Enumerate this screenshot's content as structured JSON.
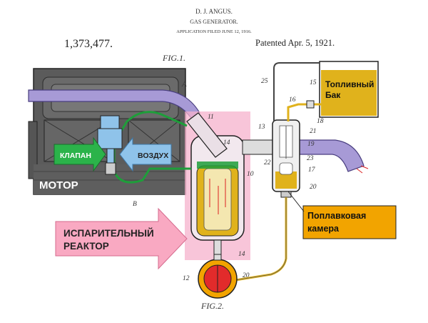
{
  "header": {
    "inventor": "D. J. ANGUS.",
    "title": "GAS GENERATOR.",
    "filed": "APPLICATION FILED JUNE 12, 1916.",
    "patent_number": "1,373,477.",
    "patented": "Patented Apr. 5, 1921."
  },
  "figures": {
    "fig1": "FIG.1.",
    "fig2": "FIG.2."
  },
  "labels": {
    "motor": "МОТОР",
    "valve": "КЛАПАН",
    "air": "ВОЗДУХ",
    "evaporator_line1": "ИСПАРИТЕЛЬНЫЙ",
    "evaporator_line2": "РЕАКТОР",
    "fuel_tank_line1": "Топливный",
    "fuel_tank_line2": "Бак",
    "float_chamber_line1": "Поплавковая",
    "float_chamber_line2": "камера"
  },
  "ref_marks": {
    "A": "A",
    "B": "B",
    "r25": "25",
    "r15": "15",
    "r16": "16",
    "r18": "18",
    "r13": "13",
    "r11": "11",
    "r14a": "14",
    "r19": "19",
    "r21": "21",
    "r22": "22",
    "r23": "23",
    "r17": "17",
    "r10": "10",
    "r20a": "20",
    "r12": "12",
    "r14b": "14",
    "r20b": "20"
  },
  "colors": {
    "motor_dark": "#5b5b5b",
    "pipe_violet": "#a79ad6",
    "pink_highlight": "#f6b2cc",
    "fuel_yellow": "#e0b21c",
    "green_pipe": "#1e9e3a",
    "air_blue": "#8fc3ea",
    "valve_green": "#2bb34a",
    "pink_arrow": "#f9a9c2",
    "float_box": "#f2a400",
    "red_valve": "#e22b2b"
  }
}
